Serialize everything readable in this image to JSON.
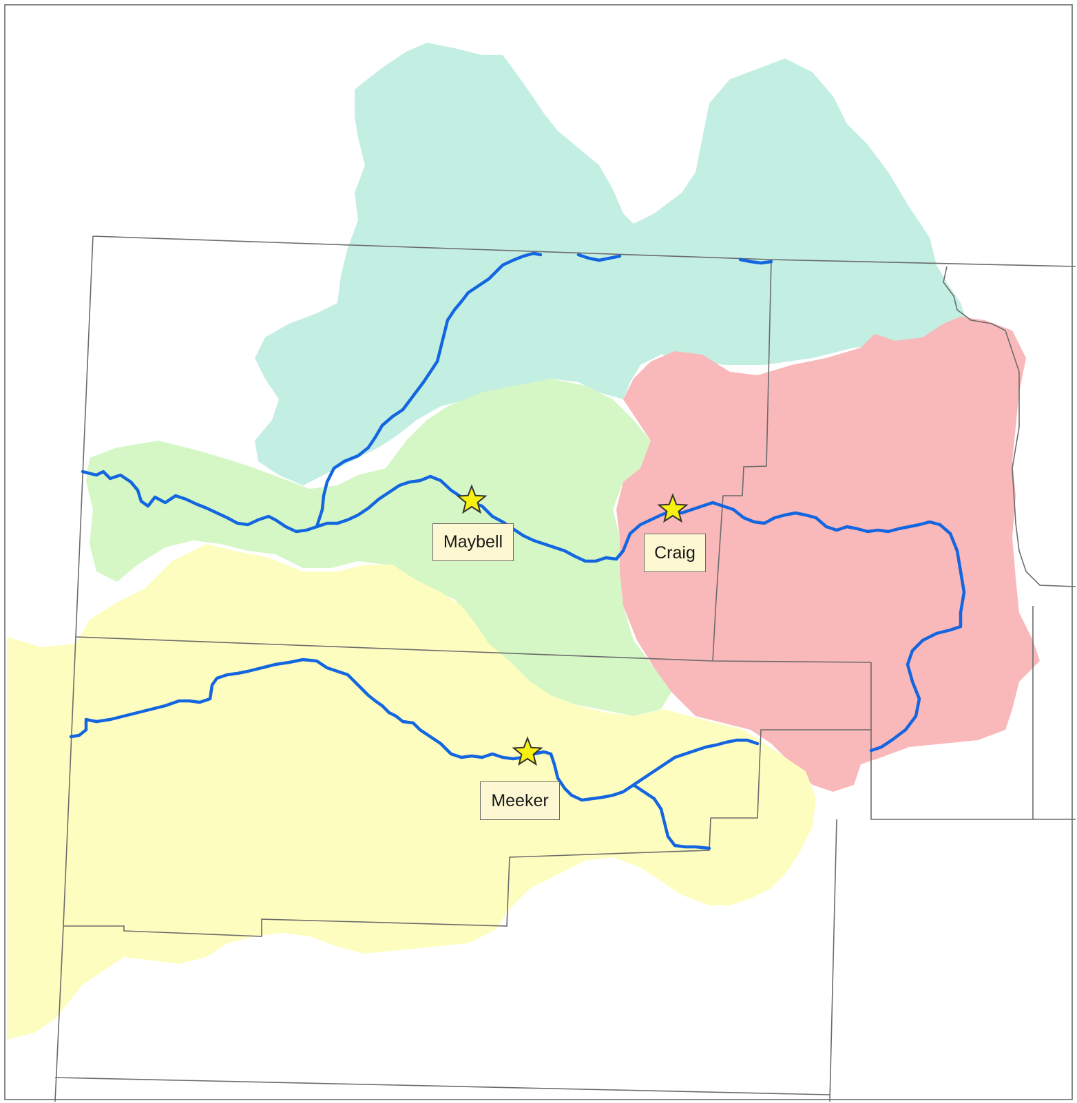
{
  "map": {
    "colors": {
      "basin_north": "#c3eee2",
      "basin_middle": "#d5f7c5",
      "basin_east": "#f9b8ba",
      "basin_south": "#fefdc0",
      "river": "#1366e0",
      "boundary": "#6b6b6b",
      "star_fill": "#f7f010",
      "star_stroke": "#333333",
      "label_bg": "#fdf8d2"
    },
    "places": [
      {
        "name": "Maybell",
        "icon": "star-icon"
      },
      {
        "name": "Craig",
        "icon": "star-icon"
      },
      {
        "name": "Meeker",
        "icon": "star-icon"
      }
    ]
  }
}
